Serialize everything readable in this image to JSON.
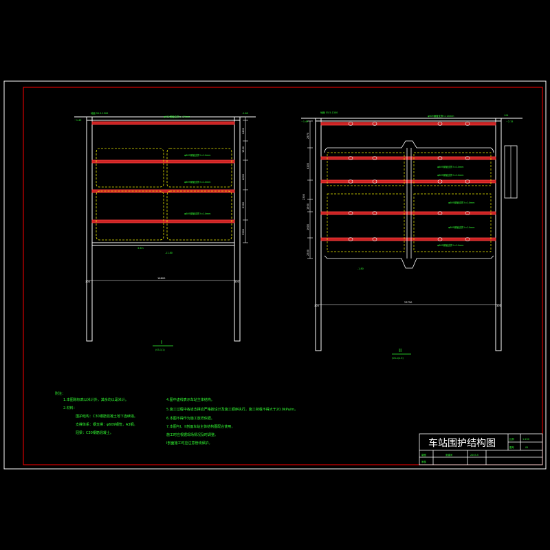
{
  "drawing": {
    "title": "车站围护结构图",
    "scale_label": "比例",
    "scale_value": "1:150",
    "sheet_label": "图号",
    "sheet_value": "05",
    "draw_label": "制图",
    "draw_name": "张建河",
    "date_value": "2003.5",
    "review_label": "审核"
  },
  "section1": {
    "tag": "I",
    "ref": "(03-1/1)",
    "width_dim": "16800",
    "left_offset": "300",
    "right_offset": "300",
    "top_left_mark": "~1.49",
    "top_right_mark": "-1.60",
    "top_note": "地面 55.5-1300",
    "bottom_mark": "-11.80",
    "bottom_note": "3.5m",
    "vertical_dims": [
      "2400",
      "1500",
      "4000",
      "2300",
      "3900"
    ],
    "strut_labels": [
      "φ609钢管支撑 t=14mm",
      "φ609钢管支撑 t=14mm",
      "φ609钢管支撑 t=14mm",
      "φ609钢管支撑 t=14mm"
    ]
  },
  "section2": {
    "tag": "II",
    "ref": "(03-1/1.5)",
    "width_dim": "23750",
    "left_offset": "300",
    "right_offset": "300",
    "top_left_mark": "~1.49",
    "top_right_mark": "~2.15",
    "top_note": "地面 55.5-1300",
    "right_tag": "I 04",
    "bottom_mark": "-1.80",
    "left_dims": [
      "2970",
      "4100",
      "2300",
      "1900",
      "1600",
      "2300"
    ],
    "strut_labels": [
      "φ609钢管支撑 t=14mm",
      "φ609钢管支撑 t=14mm",
      "φ609钢管支撑 t=14mm",
      "φ609钢管支撑 t=14mm",
      "φ609钢管支撑 t=14mm",
      "φ609钢管支撑 t=14mm"
    ]
  },
  "notes": {
    "heading": "附注：",
    "left": [
      "1.本图除标高以米计外，其余均以毫米计。",
      "2.材料：",
      "围护结构：C30钢筋混凝土地下连续墙。",
      "支撑体系：钢支撑：φ609钢管，A3钢。",
      "冠梁：C30钢筋混凝土。"
    ],
    "right": [
      "4.图中虚线表示车站主体结构。",
      "5.施工过程中各道支撑应严格按设计及施工顺序执行，施工荷载不得大于20.0kPa/m。",
      "6.本图不得作为施工放样依据。",
      "7.本图与I、II剖面车站主体结构图配合使用，",
      "施工时应根据现场情况及时调整。",
      "I剖面施工时应注意管线保护。"
    ]
  },
  "colors": {
    "background": "#000000",
    "border": "#ff0000",
    "linework": "#ffffff",
    "strut": "#ff2222",
    "dimension": "#00ffff",
    "fill": "#ffff00",
    "text": "#33ff33",
    "title": "#ffffff"
  }
}
